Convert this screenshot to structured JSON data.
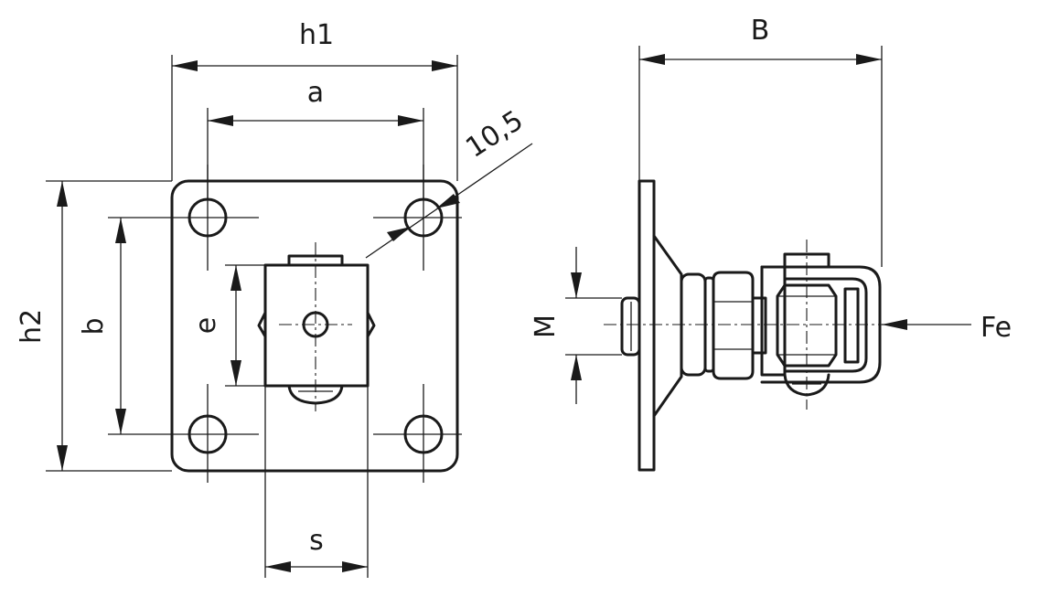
{
  "drawing": {
    "labels": {
      "h1": "h1",
      "a": "a",
      "size_10_5": "10,5",
      "h2": "h2",
      "b": "b",
      "e": "e",
      "s": "s",
      "B": "B",
      "M": "M",
      "Fe": "Fe"
    }
  }
}
